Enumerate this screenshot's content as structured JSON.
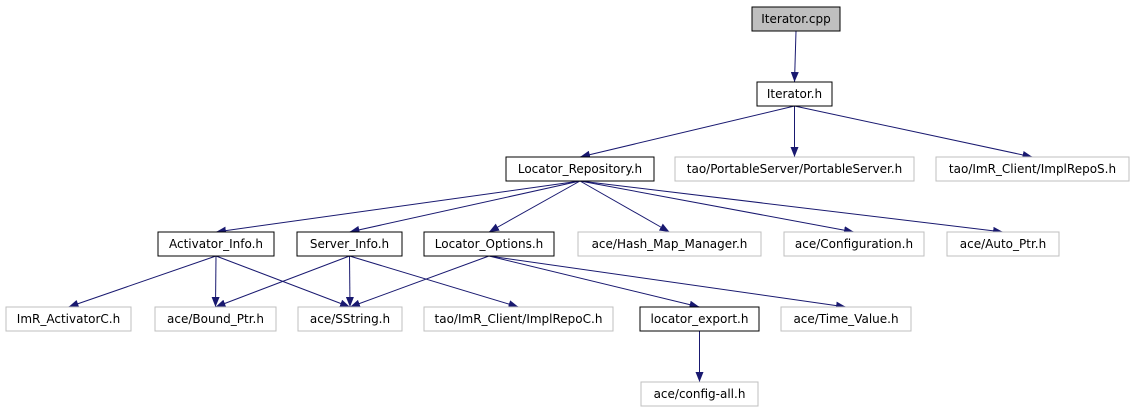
{
  "colors": {
    "edge": "#191970",
    "root_fill": "#bfbfbf",
    "node_fill": "#ffffff",
    "node_border": "#000000",
    "external_border": "#bfbfbf"
  },
  "nodes": {
    "iterator_cpp": {
      "label": "Iterator.cpp",
      "kind": "root"
    },
    "iterator_h": {
      "label": "Iterator.h",
      "kind": "local"
    },
    "locator_repository_h": {
      "label": "Locator_Repository.h",
      "kind": "local"
    },
    "portableserver_h": {
      "label": "tao/PortableServer/PortableServer.h",
      "kind": "external"
    },
    "implrepos_h": {
      "label": "tao/ImR_Client/ImplRepoS.h",
      "kind": "external"
    },
    "activator_info_h": {
      "label": "Activator_Info.h",
      "kind": "local"
    },
    "server_info_h": {
      "label": "Server_Info.h",
      "kind": "local"
    },
    "locator_options_h": {
      "label": "Locator_Options.h",
      "kind": "local"
    },
    "hash_map_manager_h": {
      "label": "ace/Hash_Map_Manager.h",
      "kind": "external"
    },
    "configuration_h": {
      "label": "ace/Configuration.h",
      "kind": "external"
    },
    "auto_ptr_h": {
      "label": "ace/Auto_Ptr.h",
      "kind": "external"
    },
    "imr_activatorc_h": {
      "label": "ImR_ActivatorC.h",
      "kind": "external"
    },
    "bound_ptr_h": {
      "label": "ace/Bound_Ptr.h",
      "kind": "external"
    },
    "sstring_h": {
      "label": "ace/SString.h",
      "kind": "external"
    },
    "implrepoc_h": {
      "label": "tao/ImR_Client/ImplRepoC.h",
      "kind": "external"
    },
    "locator_export_h": {
      "label": "locator_export.h",
      "kind": "local"
    },
    "time_value_h": {
      "label": "ace/Time_Value.h",
      "kind": "external"
    },
    "config_all_h": {
      "label": "ace/config-all.h",
      "kind": "external"
    }
  },
  "edges": [
    {
      "from": "iterator_cpp",
      "to": "iterator_h"
    },
    {
      "from": "iterator_h",
      "to": "locator_repository_h"
    },
    {
      "from": "iterator_h",
      "to": "portableserver_h"
    },
    {
      "from": "iterator_h",
      "to": "implrepos_h"
    },
    {
      "from": "locator_repository_h",
      "to": "activator_info_h"
    },
    {
      "from": "locator_repository_h",
      "to": "server_info_h"
    },
    {
      "from": "locator_repository_h",
      "to": "locator_options_h"
    },
    {
      "from": "locator_repository_h",
      "to": "hash_map_manager_h"
    },
    {
      "from": "locator_repository_h",
      "to": "configuration_h"
    },
    {
      "from": "locator_repository_h",
      "to": "auto_ptr_h"
    },
    {
      "from": "activator_info_h",
      "to": "imr_activatorc_h"
    },
    {
      "from": "activator_info_h",
      "to": "bound_ptr_h"
    },
    {
      "from": "activator_info_h",
      "to": "sstring_h"
    },
    {
      "from": "server_info_h",
      "to": "bound_ptr_h"
    },
    {
      "from": "server_info_h",
      "to": "sstring_h"
    },
    {
      "from": "server_info_h",
      "to": "implrepoc_h"
    },
    {
      "from": "locator_options_h",
      "to": "sstring_h"
    },
    {
      "from": "locator_options_h",
      "to": "locator_export_h"
    },
    {
      "from": "locator_options_h",
      "to": "time_value_h"
    },
    {
      "from": "locator_export_h",
      "to": "config_all_h"
    }
  ]
}
